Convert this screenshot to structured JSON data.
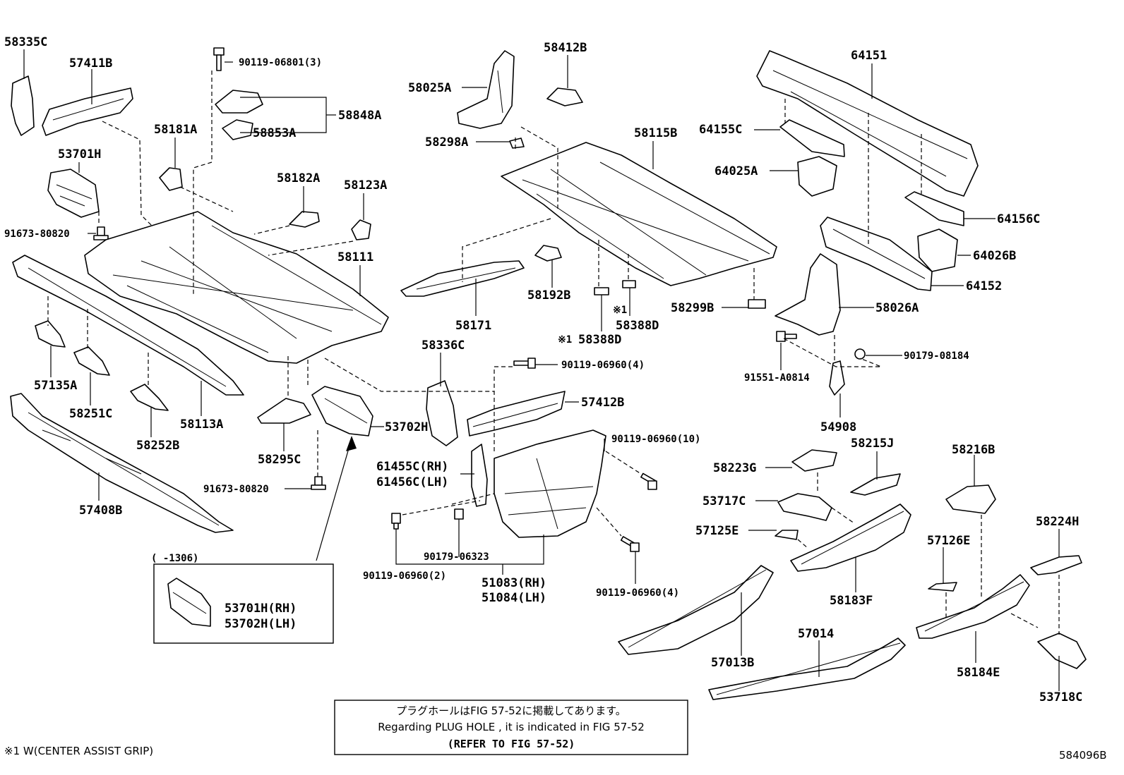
{
  "parts": {
    "p58335C": "58335C",
    "p57411B": "57411B",
    "p90119_06801": "90119-06801(3)",
    "p58848A": "58848A",
    "p58853A": "58853A",
    "p58181A": "58181A",
    "p53701H": "53701H",
    "p58182A": "58182A",
    "p58123A": "58123A",
    "p91673_80820_top": "91673-80820",
    "p58111": "58111",
    "p57135A": "57135A",
    "p58251C": "58251C",
    "p58252B": "58252B",
    "p58113A": "58113A",
    "p58295C": "58295C",
    "p53702H": "53702H",
    "p91673_80820_bot": "91673-80820",
    "p57408B": "57408B",
    "p58025A": "58025A",
    "p58412B": "58412B",
    "p58298A": "58298A",
    "p58115B": "58115B",
    "p58171": "58171",
    "p58192B": "58192B",
    "p58388D_a": "58388D",
    "p58388D_b": "58388D",
    "p58299B": "58299B",
    "p58336C": "58336C",
    "p90119_06960_4a": "90119-06960(4)",
    "p57412B": "57412B",
    "p61455C": "61455C(RH)",
    "p61456C": "61456C(LH)",
    "p90119_06960_10": "90119-06960(10)",
    "p90179_06323": "90179-06323",
    "p90119_06960_2": "90119-06960(2)",
    "p51083": "51083(RH)",
    "p51084": "51084(LH)",
    "p90119_06960_4b": "90119-06960(4)",
    "p64151": "64151",
    "p64155C": "64155C",
    "p64025A": "64025A",
    "p64156C": "64156C",
    "p64026B": "64026B",
    "p64152": "64152",
    "p58026A": "58026A",
    "p90179_08184": "90179-08184",
    "p91551_A0814": "91551-A0814",
    "p54908": "54908",
    "p58223G": "58223G",
    "p58215J": "58215J",
    "p53717C": "53717C",
    "p57125E": "57125E",
    "p58183F": "58183F",
    "p58216B": "58216B",
    "p57126E": "57126E",
    "p58224H": "58224H",
    "p57013B": "57013B",
    "p57014": "57014",
    "p58184E": "58184E",
    "p53718C": "53718C"
  },
  "inset": {
    "range": "(   -1306)",
    "rh": "53701H(RH)",
    "lh": "53702H(LH)"
  },
  "marks": {
    "note_mark": "※1"
  },
  "note": {
    "jp": "プラグホールはFIG 57-52に掲載してあります。",
    "en": "Regarding  PLUG  HOLE , it is indicated in FIG  57-52",
    "ref": "(REFER TO FIG 57-52)"
  },
  "footnote": "※1 W(CENTER ASSIST GRIP)",
  "figure_code": "584096B"
}
